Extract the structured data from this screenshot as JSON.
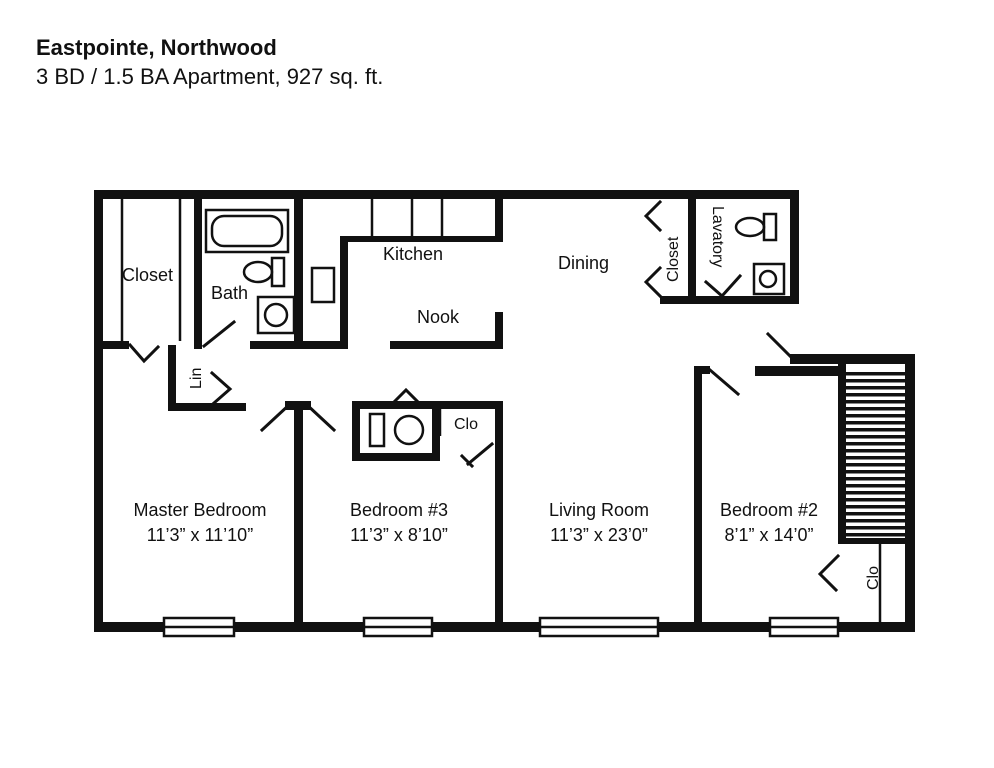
{
  "header": {
    "title": "Eastpointe, Northwood",
    "subtitle": "3 BD / 1.5 BA Apartment, 927 sq. ft."
  },
  "rooms": {
    "closet_main": "Closet",
    "bath": "Bath",
    "linen": "Lin",
    "kitchen": "Kitchen",
    "nook": "Nook",
    "dining": "Dining",
    "closet_small": "Closet",
    "lavatory": "Lavatory",
    "clo_bed3": "Clo",
    "clo_bed2": "Clo",
    "master": {
      "name": "Master Bedroom",
      "size": "11’3” x 11’10”"
    },
    "bed3": {
      "name": "Bedroom  #3",
      "size": "11’3” x 8’10”"
    },
    "living": {
      "name": "Living  Room",
      "size": "11’3” x 23’0”"
    },
    "bed2": {
      "name": "Bedroom #2",
      "size": "8’1” x 14’0”"
    }
  },
  "colors": {
    "wall": "#111111",
    "background": "#ffffff"
  }
}
